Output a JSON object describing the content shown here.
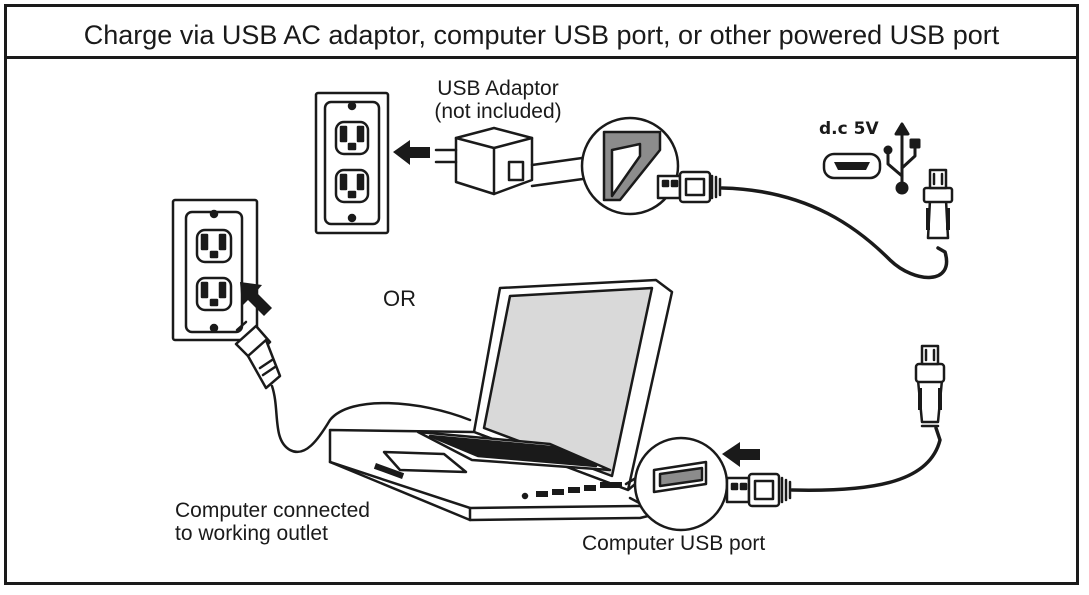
{
  "title": "Charge via USB AC adaptor, computer USB port,  or other powered USB port",
  "labels": {
    "usb_adaptor_line1": "USB Adaptor",
    "usb_adaptor_line2": "(not included)",
    "dc_spec": "d.c 5V",
    "or": "OR",
    "computer_outlet_line1": "Computer connected",
    "computer_outlet_line2": "to working outlet",
    "computer_usb_port": "Computer USB port"
  },
  "icons": [
    "usb-trident-icon",
    "micro-usb-port-icon",
    "arrow-left-icon",
    "arrow-up-right-icon"
  ],
  "colors": {
    "ink": "#1a1a1a",
    "screen": "#d9d9d9",
    "port_fill": "#8c8c8c",
    "background": "#ffffff"
  }
}
